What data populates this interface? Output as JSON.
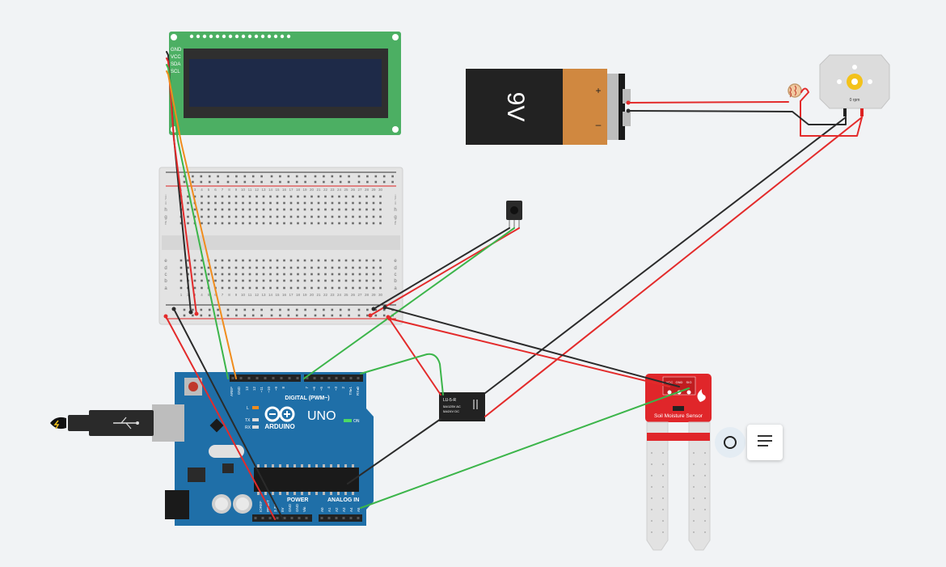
{
  "battery": {
    "voltage_label": "9V",
    "plus_label": "+",
    "minus_label": "–"
  },
  "lcd": {
    "pins": [
      "GND",
      "VCC",
      "SDA",
      "SCL"
    ]
  },
  "motor": {
    "rpm_label": "0 rpm"
  },
  "arduino": {
    "brand": "ARDUINO",
    "model": "UNO",
    "digital_label": "DIGITAL (PWM~)",
    "power_label": "POWER",
    "analog_label": "ANALOG IN",
    "on_label": "ON",
    "tx_label": "TX",
    "rx_label": "RX",
    "l_label": "L",
    "top_pins": [
      "AREF",
      "GND",
      "13",
      "12",
      "~11",
      "~10",
      "~9",
      "8",
      "7",
      "~6",
      "~5",
      "4",
      "~3",
      "2",
      "TX▸1",
      "RX◂0"
    ],
    "power_pins": [
      "IOREF",
      "RESET",
      "3.3V",
      "5V",
      "GND",
      "GND",
      "Vin"
    ],
    "analog_pins": [
      "A0",
      "A1",
      "A2",
      "A3",
      "A4",
      "A5"
    ]
  },
  "relay": {
    "model": "LU-5-R",
    "spec1": "5A/125V AC",
    "spec2": "5A/24V DC"
  },
  "soil_sensor": {
    "label": "Soil Moisture Sensor",
    "pins": [
      "VCC",
      "GND",
      "SIG"
    ]
  },
  "breadboard": {
    "row_letters_top": [
      "j",
      "i",
      "h",
      "g",
      "f"
    ],
    "row_letters_bottom": [
      "e",
      "d",
      "c",
      "b",
      "a"
    ],
    "columns": [
      "1",
      "2",
      "3",
      "4",
      "5",
      "6",
      "7",
      "8",
      "9",
      "10",
      "11",
      "12",
      "13",
      "14",
      "15",
      "16",
      "17",
      "18",
      "19",
      "20",
      "21",
      "22",
      "23",
      "24",
      "25",
      "26",
      "27",
      "28",
      "29",
      "30"
    ]
  },
  "colors": {
    "wire_red": "#e32b2b",
    "wire_black": "#2b2b2b",
    "wire_green": "#3cb54a",
    "wire_orange": "#f08c1d",
    "arduino_blue": "#1f6fa8",
    "lcd_green": "#4caf63",
    "sensor_red": "#e0262a"
  }
}
